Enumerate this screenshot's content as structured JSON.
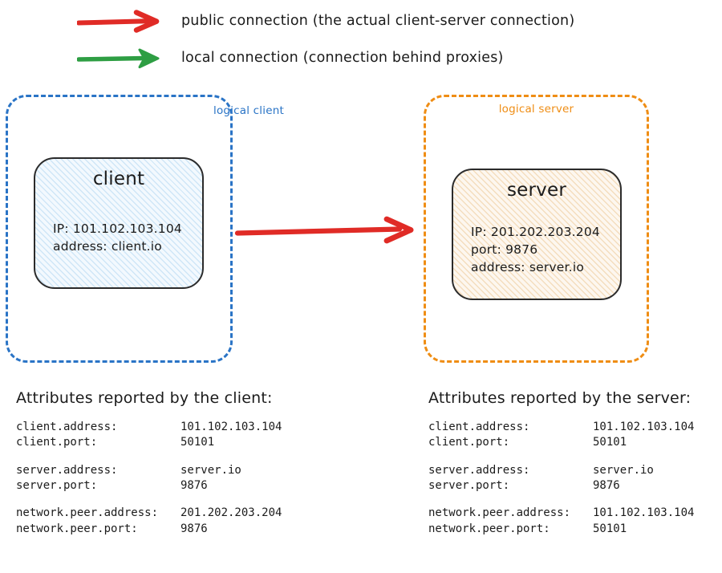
{
  "legend": {
    "items": [
      {
        "icon": "red-arrow-icon",
        "color": "#e02b26",
        "label": "public connection (the actual client-server connection)"
      },
      {
        "icon": "green-arrow-icon",
        "color": "#2e9e43",
        "label": "local connection (connection behind proxies)"
      }
    ]
  },
  "diagram": {
    "client_group": {
      "label": "logical client",
      "color": "#2a74c6",
      "node": {
        "title": "client",
        "lines": [
          "IP: 101.102.103.104",
          "address: client.io"
        ]
      }
    },
    "server_group": {
      "label": "logical server",
      "color": "#ef8d14",
      "node": {
        "title": "server",
        "lines": [
          "IP: 201.202.203.204",
          "port: 9876",
          "address: server.io"
        ]
      }
    },
    "connector": {
      "name": "public-connection-arrow",
      "color": "#e02b26"
    }
  },
  "attributes": {
    "client": {
      "heading": "Attributes reported by the client:",
      "groups": [
        [
          {
            "key": "client.address:",
            "value": "101.102.103.104"
          },
          {
            "key": "client.port:",
            "value": "50101"
          }
        ],
        [
          {
            "key": "server.address:",
            "value": "server.io"
          },
          {
            "key": "server.port:",
            "value": "9876"
          }
        ],
        [
          {
            "key": "network.peer.address:",
            "value": "201.202.203.204"
          },
          {
            "key": "network.peer.port:",
            "value": "9876"
          }
        ]
      ]
    },
    "server": {
      "heading": "Attributes reported by the server:",
      "groups": [
        [
          {
            "key": "client.address:",
            "value": "101.102.103.104"
          },
          {
            "key": "client.port:",
            "value": "50101"
          }
        ],
        [
          {
            "key": "server.address:",
            "value": "server.io"
          },
          {
            "key": "server.port:",
            "value": "9876"
          }
        ],
        [
          {
            "key": "network.peer.address:",
            "value": "101.102.103.104"
          },
          {
            "key": "network.peer.port:",
            "value": "50101"
          }
        ]
      ]
    }
  }
}
